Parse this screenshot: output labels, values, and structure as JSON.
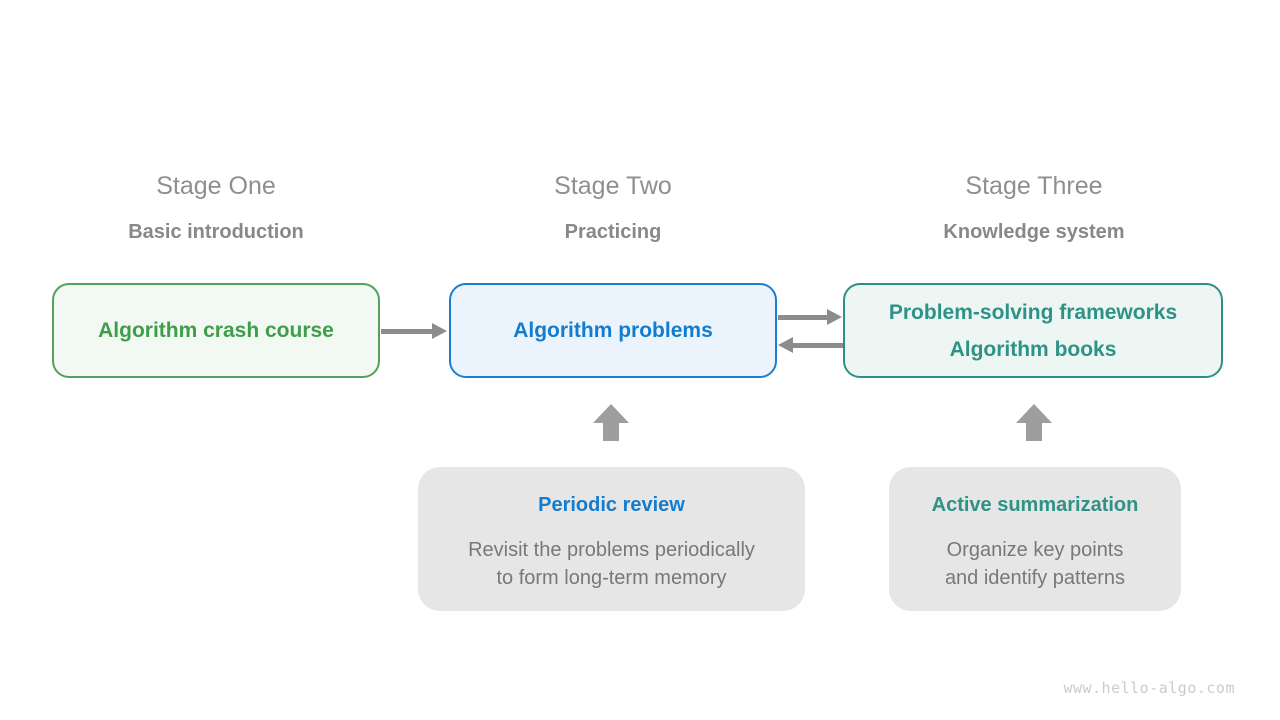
{
  "page": {
    "background": "#ffffff",
    "watermark": "www.hello-algo.com",
    "watermark_color": "#cbcbcb"
  },
  "stages": [
    {
      "title": "Stage One",
      "subtitle": "Basic introduction",
      "box": {
        "lines": [
          "Algorithm crash course"
        ]
      },
      "colors": {
        "border": "#55a05c",
        "fill": "#f2f8f2",
        "text": "#3f9e4a"
      }
    },
    {
      "title": "Stage Two",
      "subtitle": "Practicing",
      "box": {
        "lines": [
          "Algorithm problems"
        ]
      },
      "colors": {
        "border": "#1e7ecd",
        "fill": "#ebf4fc",
        "text": "#147cce"
      }
    },
    {
      "title": "Stage Three",
      "subtitle": "Knowledge system",
      "box": {
        "lines": [
          "Problem-solving frameworks",
          "Algorithm books"
        ]
      },
      "colors": {
        "border": "#2f8f84",
        "fill": "#eef6f4",
        "text": "#2e9286"
      }
    }
  ],
  "notes": [
    {
      "title": "Periodic review",
      "lines": [
        "Revisit the problems periodically",
        "to form long-term memory"
      ],
      "title_color": "#147cce"
    },
    {
      "title": "Active summarization",
      "lines": [
        "Organize key points",
        "and identify patterns"
      ],
      "title_color": "#2e9286"
    }
  ],
  "arrows": {
    "horizontal_color": "#8c8c8c",
    "up_color": "#9e9e9e"
  }
}
